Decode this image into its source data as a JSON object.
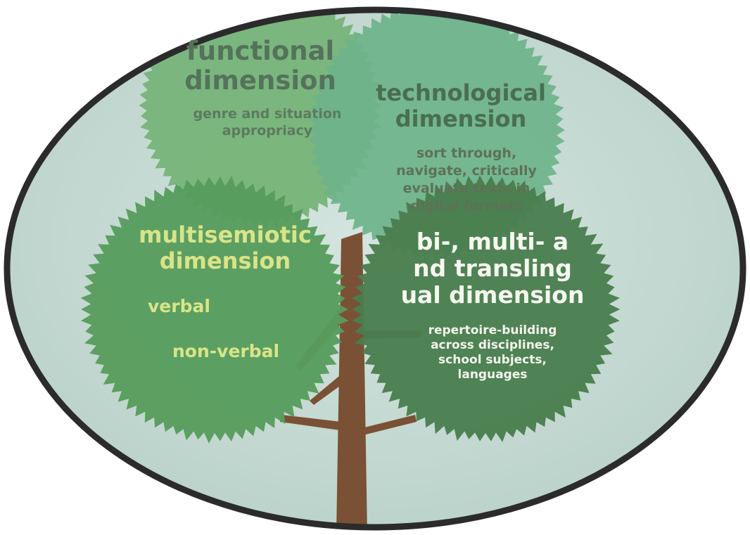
{
  "diagram": {
    "nodes": [
      {
        "id": "functional",
        "title": "functional dimension",
        "subtitle": "genre and situation appropriacy"
      },
      {
        "id": "technological",
        "title": "technological dimension",
        "subtitle": "sort through, navigate, critically evaluate texts in digital formats"
      },
      {
        "id": "multisemiotic",
        "title": "multisemiotic dimension",
        "items": [
          "verbal",
          "non-verbal"
        ]
      },
      {
        "id": "bilingual",
        "title": "bi-, multi- and translingual dimension",
        "subtitle": "repertoire-building across disciplines, school subjects, languages"
      }
    ]
  },
  "colors": {
    "wall": "#c9dcd5",
    "frame": "#2b2b2b",
    "functional_foliage": "#78b57a",
    "technological_foliage": "#6cb38a",
    "multisemiotic_foliage": "#579c5d",
    "bilingual_foliage": "#4a7e4e",
    "trunk": "#7a5135",
    "multisemiotic_text": "#d9e488",
    "bilingual_text": "#f6f8f0"
  }
}
